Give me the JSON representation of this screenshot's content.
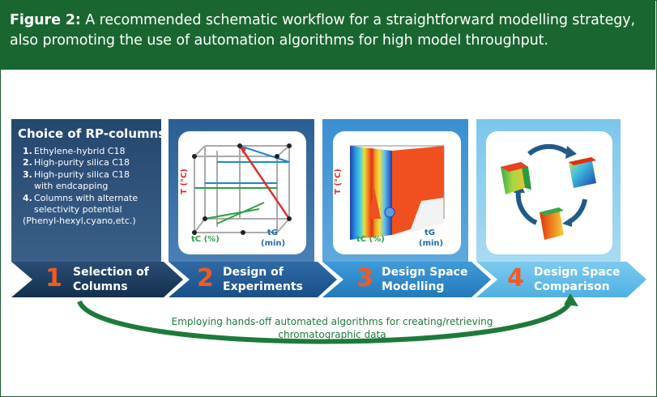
{
  "figure": {
    "label": "Figure 2:",
    "caption": " A recommended schematic workflow for a straightforward modelling strategy, also promoting the use of automation algorithms for high model throughput."
  },
  "columns_panel": {
    "title": "Choice of RP-columns",
    "items": [
      {
        "num": "1.",
        "text": "Ethylene-hybrid C18"
      },
      {
        "num": "2.",
        "text": "High-purity silica C18"
      },
      {
        "num": "3.",
        "text": "High-purity silica C18",
        "cont": "with endcapping"
      },
      {
        "num": "4.",
        "text": "Columns with alternate",
        "cont": "selectivity potential"
      }
    ],
    "extra": "(Phenyl-hexyl,cyano,etc.)"
  },
  "axes": {
    "t": "T (°C)",
    "tc": "tC (%)",
    "tg": "tG",
    "tg_unit": "(min)"
  },
  "steps": [
    {
      "num": "1",
      "line1": "Selection of",
      "line2": "Columns"
    },
    {
      "num": "2",
      "line1": "Design of",
      "line2": "Experiments"
    },
    {
      "num": "3",
      "line1": "Design Space",
      "line2": "Modelling"
    },
    {
      "num": "4",
      "line1": "Design Space",
      "line2": "Comparison"
    }
  ],
  "footer": {
    "line1": "Employing hands-off automated algorithms for creating/retrieving",
    "line2": "chromatographic data"
  },
  "colors": {
    "header_bg": "#1a6630",
    "step1": "#1c3b5e",
    "step2": "#1f5a94",
    "step3": "#2a86c8",
    "step4": "#5cb8e6",
    "number": "#f15a22",
    "arc": "#1d7a3a"
  }
}
